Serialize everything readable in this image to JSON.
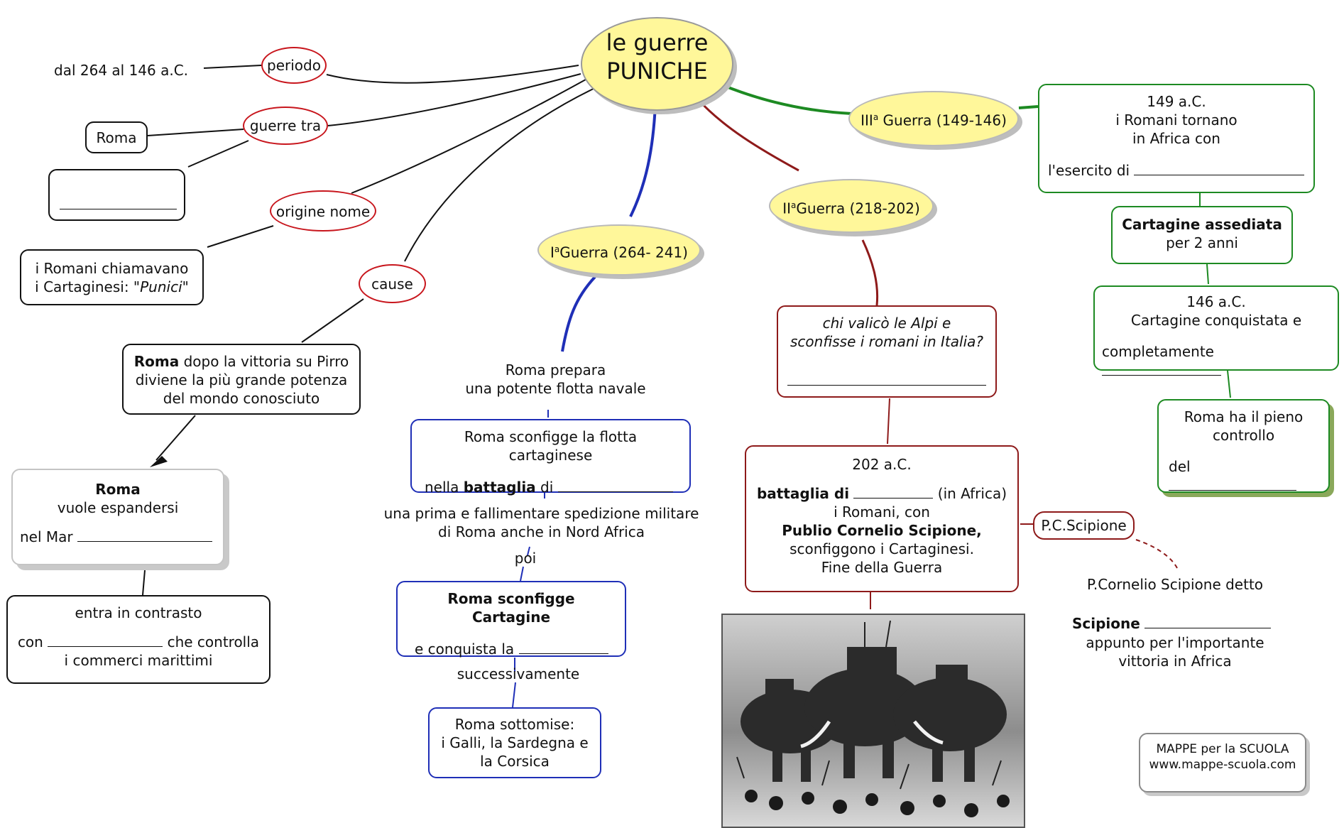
{
  "title": {
    "line1": "le guerre",
    "line2": "PUNICHE"
  },
  "left": {
    "periodo_label": "periodo",
    "periodo_value": "dal 264 al 146 a.C.",
    "guerre_tra_label": "guerre tra",
    "roma": "Roma",
    "origine_label": "origine nome",
    "origine_line1": "i Romani chiamavano",
    "origine_line2_prefix": "i Cartaginesi: ",
    "origine_line2_italic": "\"Punici\"",
    "cause_label": "cause",
    "roma_bold": "Roma",
    "cause_line1_rest": " dopo la vittoria su Pirro",
    "cause_line2": "diviene la più grande potenza",
    "cause_line3": "del mondo conosciuto",
    "espandersi_title": "Roma",
    "espandersi_line": "vuole espandersi",
    "nel_mar": "nel Mar",
    "contrasto_line1": "entra in contrasto",
    "contrasto_con": "con",
    "contrasto_che": "che controlla",
    "contrasto_line3": "i commerci marittimi"
  },
  "first_war": {
    "label": "Guerra (264- 241)",
    "ordinal": "I",
    "sup": "a",
    "prepara_line1": "Roma prepara",
    "prepara_line2": "una potente flotta navale",
    "sconfigge_line1": "Roma sconfigge la flotta cartaginese",
    "nella": "nella ",
    "battaglia": "battaglia",
    "di": " di",
    "spedizione_line1": "una prima e fallimentare spedizione militare",
    "spedizione_line2": "di Roma anche in Nord Africa",
    "poi": "poi",
    "cartagine_title": "Roma sconfigge Cartagine",
    "conquista": "e conquista la",
    "successivamente": "successivamente",
    "sottomise_line1": "Roma sottomise:",
    "sottomise_line2": "i Galli, la Sardegna e",
    "sottomise_line3": "la Corsica"
  },
  "second_war": {
    "label": "Guerra (218-202)",
    "ordinal": "II",
    "sup": "a",
    "alpi_line1": "chi valicò le Alpi e",
    "alpi_line2": "sconfisse i romani in Italia?",
    "year": "202 a.C.",
    "battaglia_di": "battaglia di",
    "in_africa": "(in Africa)",
    "romani_con": "i Romani, con",
    "scipione_bold": "Publio Cornelio Scipione,",
    "sconfiggono": "sconfiggono i Cartaginesi.",
    "fine": "Fine della  Guerra",
    "pc_label": "P.C.Scipione",
    "detto": "P.Cornelio Scipione detto",
    "scipione_word": "Scipione",
    "appunto": "appunto per l'importante",
    "vittoria": "vittoria in Africa"
  },
  "third_war": {
    "label": "Guerra (149-146)",
    "ordinal": "III",
    "sup": "a",
    "b1_line1": "149 a.C.",
    "b1_line2": "i Romani tornano",
    "b1_line3": "in Africa con",
    "b1_esercito": "l'esercito di",
    "assediata_title": "Cartagine assediata",
    "assediata_line": "per 2 anni",
    "b3_line1": "146 a.C.",
    "b3_line2": "Cartagine conquistata e",
    "b3_completamente": "completamente",
    "b4_line1": "Roma ha il pieno",
    "b4_line2": "controllo",
    "b4_del": "del"
  },
  "credit": {
    "line1": "MAPPE per la SCUOLA",
    "line2": "www.mappe-scuola.com"
  },
  "colors": {
    "first_war": "#1f2fb7",
    "second_war": "#8e1a1a",
    "third_war": "#1d8a22",
    "oval_border": "#c8161d",
    "title_fill": "#fff79a"
  }
}
